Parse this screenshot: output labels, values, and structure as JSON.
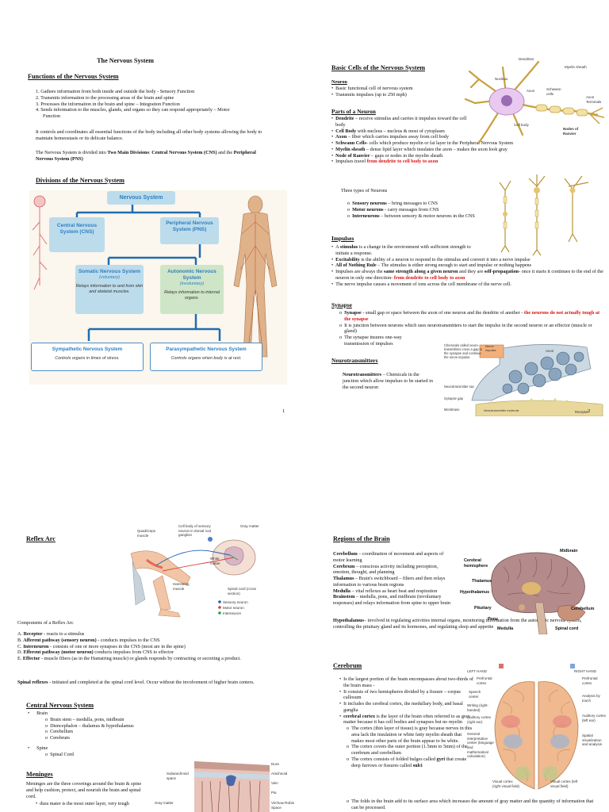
{
  "page1": {
    "title": "The Nervous System",
    "functions_heading": "Functions of the Nervous System",
    "functions": [
      "1. Gathers information from both inside and outside the body - Sensory Function",
      "2. Transmits information to the processing areas of the brain and spine",
      "3. Processes the information in the brain and spine – Integration Function",
      "4. Sends information to the muscles, glands, and organs so they can respond appropriately – Motor",
      "Function"
    ],
    "para1": "It controls and coordinates all essential functions of the body including all other body systems allowing the body to maintain homeostasis or its delicate balance.",
    "para2_start": "The Nervous System is divided into ",
    "para2_b1": "Two Main Divisions",
    "para2_mid1": ": ",
    "para2_b2": "Central Nervous System (CNS)",
    "para2_mid2": " and the ",
    "para2_b3": "Peripheral Nervous System (PNS)",
    "divisions_heading": "Divisions of the Nervous System",
    "diagram": {
      "top": "Nervous System",
      "cns": "Central Nervous System (CNS)",
      "pns": "Peripheral Nervous System (PNS)",
      "somatic": "Somatic Nervous System",
      "somatic_sub": "(voluntary)",
      "somatic_desc": "Relays information to and from skin and skeletal muscles.",
      "autonomic": "Autonomic Nervous System",
      "autonomic_sub": "(involuntary)",
      "autonomic_desc": "Relays information to internal organs.",
      "symp": "Sympathetic Nervous System",
      "symp_desc": "Controls organs in times of stress.",
      "para": "Parasympathetic Nervous System",
      "para_desc": "Controls organs when body is at rest."
    },
    "page_number": "1"
  },
  "page2": {
    "basic_heading": "Basic Cells of the Nervous System",
    "neuron_label": "Neuron",
    "neuron_items": [
      "Basic functional cell of nervous system",
      "Transmits impulses (up to 250 mph)"
    ],
    "parts_heading": "Parts of a Neuron",
    "parts": [
      {
        "b": "Dendrite",
        "t": " – receive stimulus and carries it impulses toward the cell body"
      },
      {
        "b": "Cell Body",
        "t": " with nucleus – nucleus & most of cytoplasm"
      },
      {
        "b": "Axon",
        "t": " – fiber which carries impulses away from cell body"
      },
      {
        "b": "Schwann Cells",
        "t": "- cells which produce myelin or fat layer in the Peripheral Nervous System"
      },
      {
        "b": "Myelin sheath",
        "t": " – dense lipid layer which insulates the axon – makes the axon look gray"
      },
      {
        "b": "Node of Ranvier",
        "t": " – gaps or nodes in the myelin sheath"
      }
    ],
    "impulses_travel": "Impulses travel ",
    "impulses_travel_red": "from dendrite to cell body to axon",
    "three_types": "Three types of Neurons",
    "types": [
      {
        "b": "Sensory neurons",
        "t": " – bring messages to CNS"
      },
      {
        "b": "Motor neurons",
        "t": " - carry messages from CNS"
      },
      {
        "b": "Interneurons",
        "t": " – between sensory & motor neurons in the CNS"
      }
    ],
    "impulses_heading": "Impulses",
    "impulse_items": [
      {
        "pre": "A ",
        "b": "stimulus",
        "t": " is a change in the environment with sufficient strength to initiate a response."
      },
      {
        "pre": "",
        "b": "Excitability",
        "t": " is the ability of a neuron to respond to the stimulus and convert it into a nerve impulse"
      },
      {
        "pre": "",
        "b": "All of Nothing Rule",
        "t": " – The stimulus is either strong enough to start and impulse or nothing happens"
      }
    ],
    "imp4_a": "Impulses are always the ",
    "imp4_b1": "same strength along a given neuron",
    "imp4_c": " and they are ",
    "imp4_b2": "self-propagation",
    "imp4_d": "- once it starts it continues to the end of the neuron in only one direction- ",
    "imp4_red": "from dendrite to cell body to axon",
    "imp5": "The nerve impulse causes a movement of ions across the cell membrane of the nerve cell.",
    "synapse_heading": "Synapse",
    "syn1_b": "Synapse",
    "syn1_t": " - small gap or space between the axon of one neuron and the dendrite of another - ",
    "syn1_red": "the neurons do not actually tough at the synapse",
    "syn2": "It is junction between neurons which uses neurotransmitters to start the impulse in the second neuron or an effector (muscle or gland)",
    "syn3": "The synapse insures one-way transmission of impulses",
    "nt_heading": "Neurotransmitters",
    "nt_b": "Neurotransmitters",
    "nt_t": " – Chemicals in the junction which allow impulses to be started in the second neuron",
    "fig_neuron": {
      "dendrites": "Dendrites",
      "nucleus": "Nucleus",
      "myelin": "Myelin sheath",
      "axon": "Axon",
      "schwann": "Schwann cells",
      "cellbody": "Cell body",
      "nodes": "Nodes of Ranvier",
      "terminal": "Axon Terminals"
    },
    "fig_syn": {
      "chem": "Chemicals called neuro-transmitters cross a gap in the synapse and continue the nerve impulse.",
      "axon": "Axon",
      "nerve": "Nerve impulse",
      "nt": "Neurotransmitter sac",
      "gap": "Synapse gap",
      "membrane": "Membrane",
      "receptor": "Receptor",
      "neuro": "Neurotransmitter molecule"
    },
    "page_number": "2"
  },
  "page3": {
    "reflex_heading": "Reflex Arc",
    "fig": {
      "quad": "Quadriceps muscle",
      "cellbody": "Cell body of sensory neuron in dorsal root ganglion",
      "gray": "Gray matter",
      "white": "White matter",
      "ham": "Hamstring muscle",
      "spinal": "Spinal cord (cross section)",
      "l1": "Sensory neuron",
      "l2": "Motor neuron",
      "l3": "Interneuron"
    },
    "components": "Components of a Reflex Arc",
    "items": [
      {
        "pre": "A. ",
        "b": "Receptor",
        "t": " - reacts to a stimulus"
      },
      {
        "pre": "B. ",
        "b": "Afferent pathway (sensory neuron)",
        "t": " - conducts impulses to the CNS"
      },
      {
        "pre": "C. ",
        "b": "Interneuron",
        "t": " - consists of one or more synapses in the CNS (most are in the spine)"
      },
      {
        "pre": "D. ",
        "b": "Efferent pathway (motor neuron)",
        "t": " conducts impulses from CNS to effector"
      },
      {
        "pre": "E. ",
        "b": "Effector",
        "t": " - muscle fibers (as in the Hamstring muscle) or glands responds by contracting or secreting a product."
      }
    ],
    "spinal_b": "Spinal reflexes",
    "spinal_t": " - initiated and completed at the spinal cord level. Occur without the involvement of higher brain centers.",
    "cns_heading": "Central Nervous System",
    "brain": "Brain",
    "brain_items": [
      "Brain stem – medulla, pons, midbrain",
      "Diencephalon – thalamus & hypothalamus",
      "Cerebellum",
      "Cerebrum"
    ],
    "spine": "Spine",
    "spine_items": [
      "Spinal Cord"
    ],
    "meninges_heading": "Meninges",
    "meninges_text": "Meninges are the three coverings around the brain & spine and help cushion, protect, and nourish the brain and spinal cord.",
    "dura": "dura mater is the most outer layer, very tough",
    "fig_men": {
      "dura": "Dura",
      "arach": "Arachnoid",
      "vein": "Vein",
      "pia": "Pia",
      "sub": "Subarachnoid space",
      "gray": "Gray matter",
      "vr": "Virchow-Robin Space"
    }
  },
  "page4": {
    "regions_heading": "Regions of the Brain",
    "regions": [
      {
        "b": "Cerebellum",
        "t": " – coordination of movement and aspects of motor learning"
      },
      {
        "b": "Cerebrum",
        "t": " – conscious activity including perception, emotion, thought, and planning"
      },
      {
        "b": "Thalamus",
        "t": " – Brain's switchboard – filters and then relays information to various brain regions"
      },
      {
        "b": "Medulla",
        "t": " – vital reflexes as heart beat and respiration"
      },
      {
        "b": "Brainstem",
        "t": " – medulla, pons, and midbrain (involuntary responses) and relays information from spine to upper brain"
      },
      {
        "b": "Hypothalamus",
        "t": "– involved in regulating activities internal organs, monitoring information from the autonomic nervous system, controlling the pituitary gland and its hormones, and regulating sleep and appetite"
      }
    ],
    "fig_brain": {
      "midbrain": "Midbrain",
      "cerebral": "Cerebral hemisphere",
      "thalamus": "Thalamus",
      "hypo": "Hypothalamus",
      "pituitary": "Pituitary",
      "pons": "Pons",
      "cerebellum": "Cerebellum",
      "medulla": "Medulla",
      "spinal": "Spinal cord"
    },
    "cerebrum_heading": "Cerebrum",
    "cer_items": [
      "Is the largest portion of the brain encompasses about two-thirds of the brain mass -",
      "It consists of two hemispheres divided by a fissure – corpus callosum",
      "It includes the cerebral cortex, the medullary body, and basal ganglia"
    ],
    "cortex_b": "cerebral cortex",
    "cortex_t": " is the layer of the brain often referred to as gray matter because it has cell bodies and synapses but no myelin",
    "sub_items": [
      "The cortex (thin layer of tissue) is gray because nerves in this area lack the insulation or white fatty myelin sheath that makes most other parts of the brain appear to be white.",
      "The cortex covers the outer portion (1.5mm to 5mm) of the cerebrum and cerebellum"
    ],
    "folded_a": "The cortex consists of folded bulges called ",
    "folded_b": "gyri",
    "folded_c": " that create deep furrows or fissures called ",
    "folded_d": "sulci",
    "last": "The folds in the brain add to its surface area which increases the amount of gray matter and the quantity of information that can be processed.",
    "fig_lat": {
      "left": "LEFT HAND",
      "right": "RIGHT HAND",
      "pre": "Prefrontal cortex",
      "speech": "Speech center",
      "writing": "Writing (right-handed)",
      "aud": "Auditory cortex (right ear)",
      "gen": "General interpretative center (language and mathematical calculation)",
      "vis": "Visual cortex (right visual field)",
      "pre2": "Prefrontal cortex",
      "analysis": "Analysis by touch",
      "aud2": "Auditory cortex (left ear)",
      "spatial": "Spatial visualization and analysis",
      "vis2": "Visual cortex (left visual field)"
    }
  },
  "colors": {
    "red": "#dd1111",
    "box_blue": "#bcdcec",
    "box_green": "#cfe5c8",
    "box_title": "#2f7ec0",
    "symp_border": "#4a90c8"
  }
}
